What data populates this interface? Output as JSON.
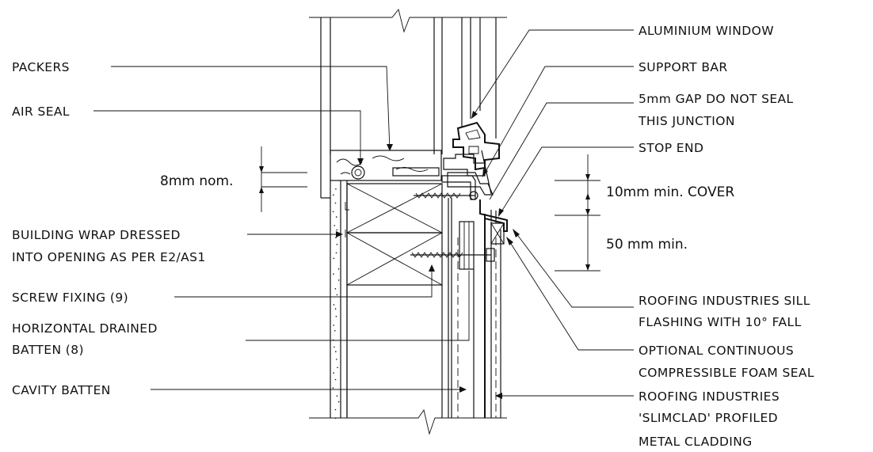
{
  "labels": {
    "packers": "PACKERS",
    "air_seal": "AIR SEAL",
    "building_wrap_1": "BUILDING WRAP DRESSED",
    "building_wrap_2": "INTO OPENING AS PER E2/AS1",
    "screw_fixing": "SCREW FIXING (9)",
    "horizontal_batten_1": "HORIZONTAL DRAINED",
    "horizontal_batten_2": "BATTEN (8)",
    "cavity_batten": "CAVITY BATTEN",
    "aluminium_window": "ALUMINIUM WINDOW",
    "support_bar": "SUPPORT BAR",
    "gap_1": "5mm GAP DO NOT SEAL",
    "gap_2": "THIS JUNCTION",
    "stop_end": "STOP END",
    "sill_flashing_1": "ROOFING INDUSTRIES SILL",
    "sill_flashing_2": "FLASHING WITH 10° FALL",
    "foam_seal_1": "OPTIONAL CONTINUOUS",
    "foam_seal_2": "COMPRESSIBLE FOAM SEAL",
    "cladding_1": "ROOFING INDUSTRIES",
    "cladding_2": "'SLIMCLAD' PROFILED",
    "cladding_3": "METAL CLADDING"
  },
  "dimensions": {
    "packer_gap": "8mm nom.",
    "cover": "10mm min. COVER",
    "upstand": "50 mm min."
  }
}
